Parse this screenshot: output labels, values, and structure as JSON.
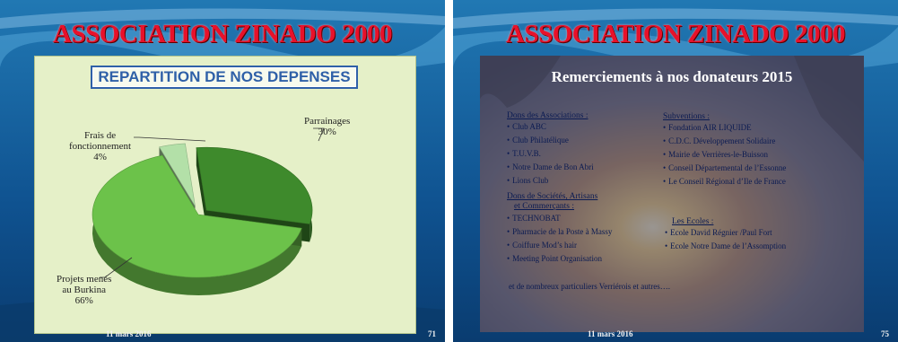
{
  "left_slide": {
    "title": "ASSOCIATION ZINADO 2000",
    "chart_title": "REPARTITION DE NOS DEPENSES",
    "footer_date": "11 mars 2016",
    "page_number": "71"
  },
  "chart_data": {
    "type": "pie",
    "title": "REPARTITION DE NOS DEPENSES",
    "categories": [
      "Parrainages",
      "Projets menés au Burkina",
      "Frais de fonctionnement"
    ],
    "values": [
      30,
      66,
      4
    ],
    "labels": [
      {
        "name_lines": [
          "Parrainages"
        ],
        "pct": "30%"
      },
      {
        "name_lines": [
          "Projets menés",
          "au Burkina"
        ],
        "pct": "66%"
      },
      {
        "name_lines": [
          "Frais de",
          "fonctionnement"
        ],
        "pct": "4%"
      }
    ],
    "colors": [
      "#3e8a2c",
      "#6cc24a",
      "#b3e0a8"
    ],
    "legend": "none"
  },
  "right_slide": {
    "title": "ASSOCIATION ZINADO 2000",
    "heading": "Remerciements  à nos donateurs 2015",
    "associations_title": "Dons des Associations  :",
    "associations": [
      "Club ABC",
      "Club Philatélique",
      "T.U.V.B.",
      "Notre Dame de Bon Abri",
      "Lions Club"
    ],
    "societes_title_1": "Dons de Sociétés, Artisans",
    "societes_title_2": "et Commerçants :",
    "societes": [
      "TECHNOBAT",
      "Pharmacie de la Poste à Massy",
      "Coiffure Mod’s hair",
      "Meeting Point Organisation"
    ],
    "subventions_title": "Subventions :",
    "subventions": [
      "Fondation AIR LIQUIDE",
      "C.D.C. Développement Solidaire",
      "Mairie de Verrières-le-Buisson",
      "Conseil Départemental de l’Essonne",
      "Le Conseil Régional d’Ile de France"
    ],
    "ecoles_title": "Les Ecoles :",
    "ecoles": [
      "Ecole David Régnier /Paul Fort",
      "Ecole Notre Dame de l’Assomption"
    ],
    "note": "et de nombreux   particuliers Verriérois et  autres….",
    "footer_date": "11 mars 2016",
    "page_number": "75"
  },
  "colors": {
    "slide_bg_top": "#1f6fa8",
    "slide_bg_bottom": "#0a3f76",
    "title_red": "#e8112a",
    "chart_panel": "#e5f0c8",
    "chart_heading_blue": "#2f60a8",
    "text_navy": "#0b1b52"
  }
}
